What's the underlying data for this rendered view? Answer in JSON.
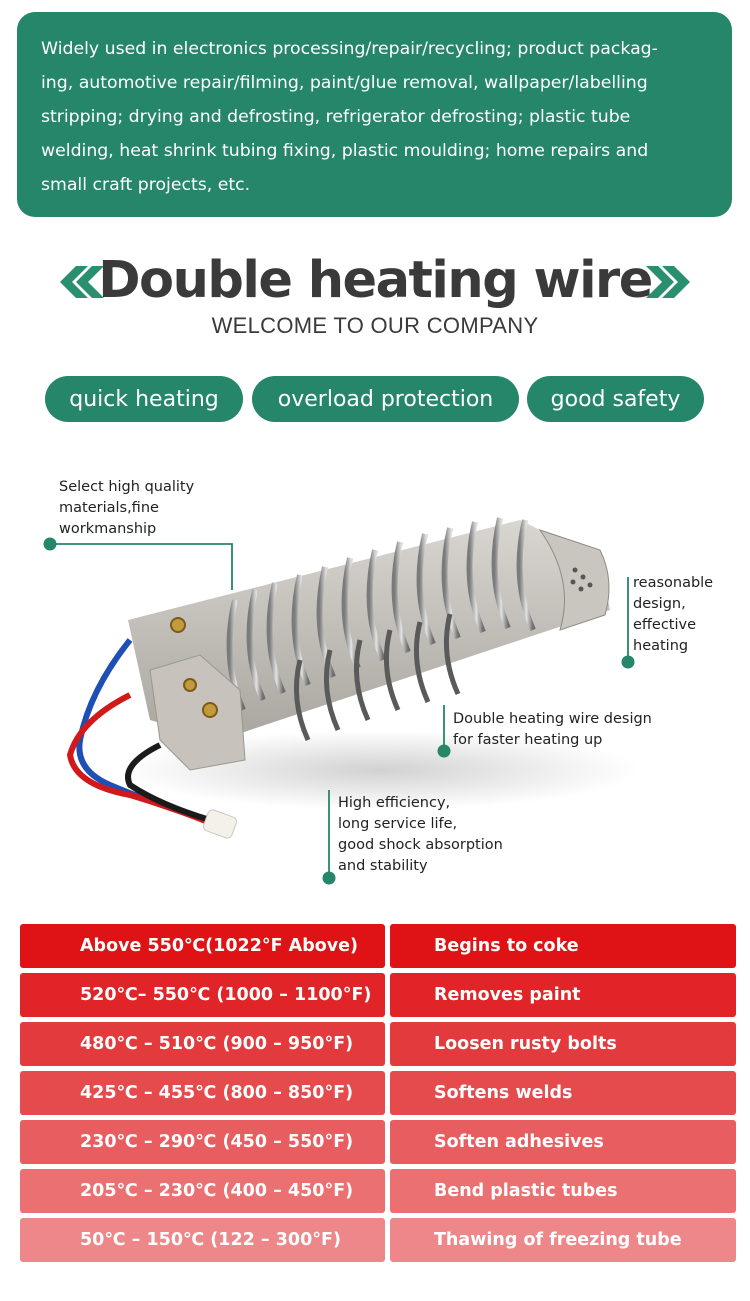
{
  "intro": {
    "lines": [
      "Widely used in electronics processing/repair/recycling; product packag-",
      "ing, automotive repair/filming, paint/glue removal, wallpaper/labelling",
      "stripping; drying and defrosting, refrigerator defrosting; plastic tube",
      "welding, heat shrink tubing fixing, plastic moulding; home repairs and",
      "small craft projects, etc."
    ]
  },
  "heading": {
    "title": "Double heating wire",
    "subtitle": "WELCOME TO OUR COMPANY"
  },
  "features": [
    "quick heating",
    "overload protection",
    "good safety"
  ],
  "callouts": {
    "materials": "Select high quality\nmaterials,fine\nworkmanship",
    "design": "reasonable\ndesign,\neffective\nheating",
    "double_wire": "Double heating wire design\nfor faster heating up",
    "efficiency": "High efficiency,\nlong service life,\ngood shock absorption\nand stability"
  },
  "temperature_table": [
    {
      "temp": "Above 550℃(1022°F Above)",
      "use": "Begins to coke",
      "color": "#df1315"
    },
    {
      "temp": "520℃– 550℃ (1000 – 1100°F)",
      "use": "Removes paint",
      "color": "#e02428"
    },
    {
      "temp": "480℃ – 510℃ (900 – 950°F)",
      "use": "Loosen rusty bolts",
      "color": "#e33a3d"
    },
    {
      "temp": "425℃ – 455℃ (800 – 850°F)",
      "use": "Softens welds",
      "color": "#e54b4d"
    },
    {
      "temp": "230℃ – 290℃ (450 – 550°F)",
      "use": "Soften adhesives",
      "color": "#e85d5f"
    },
    {
      "temp": "205℃ – 230℃ (400 – 450°F)",
      "use": "Bend plastic tubes",
      "color": "#eb7072"
    },
    {
      "temp": "50℃ – 150℃ (122 – 300°F)",
      "use": "Thawing of freezing tube",
      "color": "#ee8789"
    }
  ],
  "colors": {
    "brand_green": "#25866a",
    "chevron_green": "#2a8f6e",
    "heading_text": "#3a3a3a"
  }
}
